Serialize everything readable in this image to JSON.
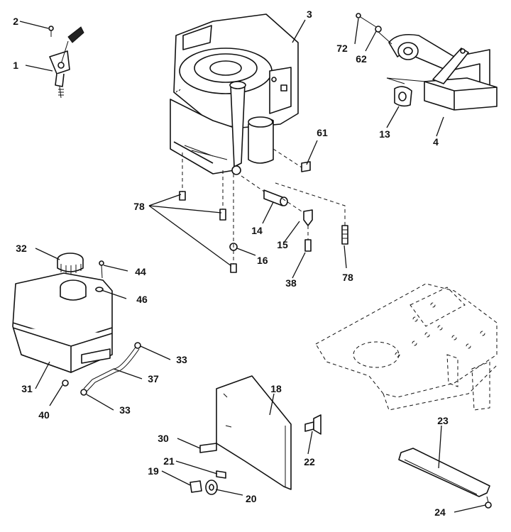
{
  "parts": [
    {
      "id": "throttle-control",
      "label": "1"
    },
    {
      "id": "throttle-screw",
      "label": "2"
    },
    {
      "id": "engine",
      "label": "3"
    },
    {
      "id": "muffler",
      "label": "4"
    },
    {
      "id": "gasket-13",
      "label": "13"
    },
    {
      "id": "spacer-14",
      "label": "14"
    },
    {
      "id": "pulley-15",
      "label": "15"
    },
    {
      "id": "washer-16",
      "label": "16"
    },
    {
      "id": "heat-shield",
      "label": "18"
    },
    {
      "id": "nut-19",
      "label": "19"
    },
    {
      "id": "washer-20",
      "label": "20"
    },
    {
      "id": "washer-21",
      "label": "21"
    },
    {
      "id": "wing-bolt-22",
      "label": "22"
    },
    {
      "id": "plate-23",
      "label": "23"
    },
    {
      "id": "screw-24",
      "label": "24"
    },
    {
      "id": "pad-30",
      "label": "30"
    },
    {
      "id": "fuel-tank",
      "label": "31"
    },
    {
      "id": "fuel-cap",
      "label": "32"
    },
    {
      "id": "clamp-33a",
      "label": "33"
    },
    {
      "id": "clamp-33b",
      "label": "33"
    },
    {
      "id": "fuel-line",
      "label": "37"
    },
    {
      "id": "bolt-38",
      "label": "38"
    },
    {
      "id": "bolt-40",
      "label": "40"
    },
    {
      "id": "screw-44",
      "label": "44"
    },
    {
      "id": "washer-46",
      "label": "46"
    },
    {
      "id": "nut-61",
      "label": "61"
    },
    {
      "id": "washer-62",
      "label": "62"
    },
    {
      "id": "screw-72",
      "label": "72"
    },
    {
      "id": "bolts-78",
      "label": "78"
    },
    {
      "id": "bolt-78b",
      "label": "78"
    }
  ]
}
